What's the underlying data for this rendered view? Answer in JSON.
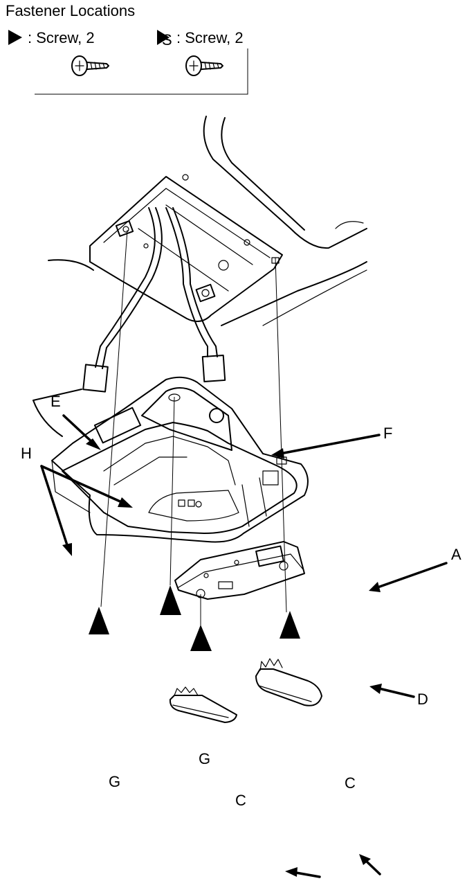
{
  "legend": {
    "title": "Fastener Locations",
    "fasteners": [
      {
        "symbol": "triangle",
        "label": ": Screw, 2"
      },
      {
        "symbol": "triangle-s",
        "symbol_text": "S",
        "label": ": Screw, 2"
      }
    ]
  },
  "callouts": {
    "a": "A",
    "c1": "C",
    "c2": "C",
    "d": "D",
    "e": "E",
    "f": "F",
    "g1": "G",
    "g2": "G",
    "h": "H"
  }
}
